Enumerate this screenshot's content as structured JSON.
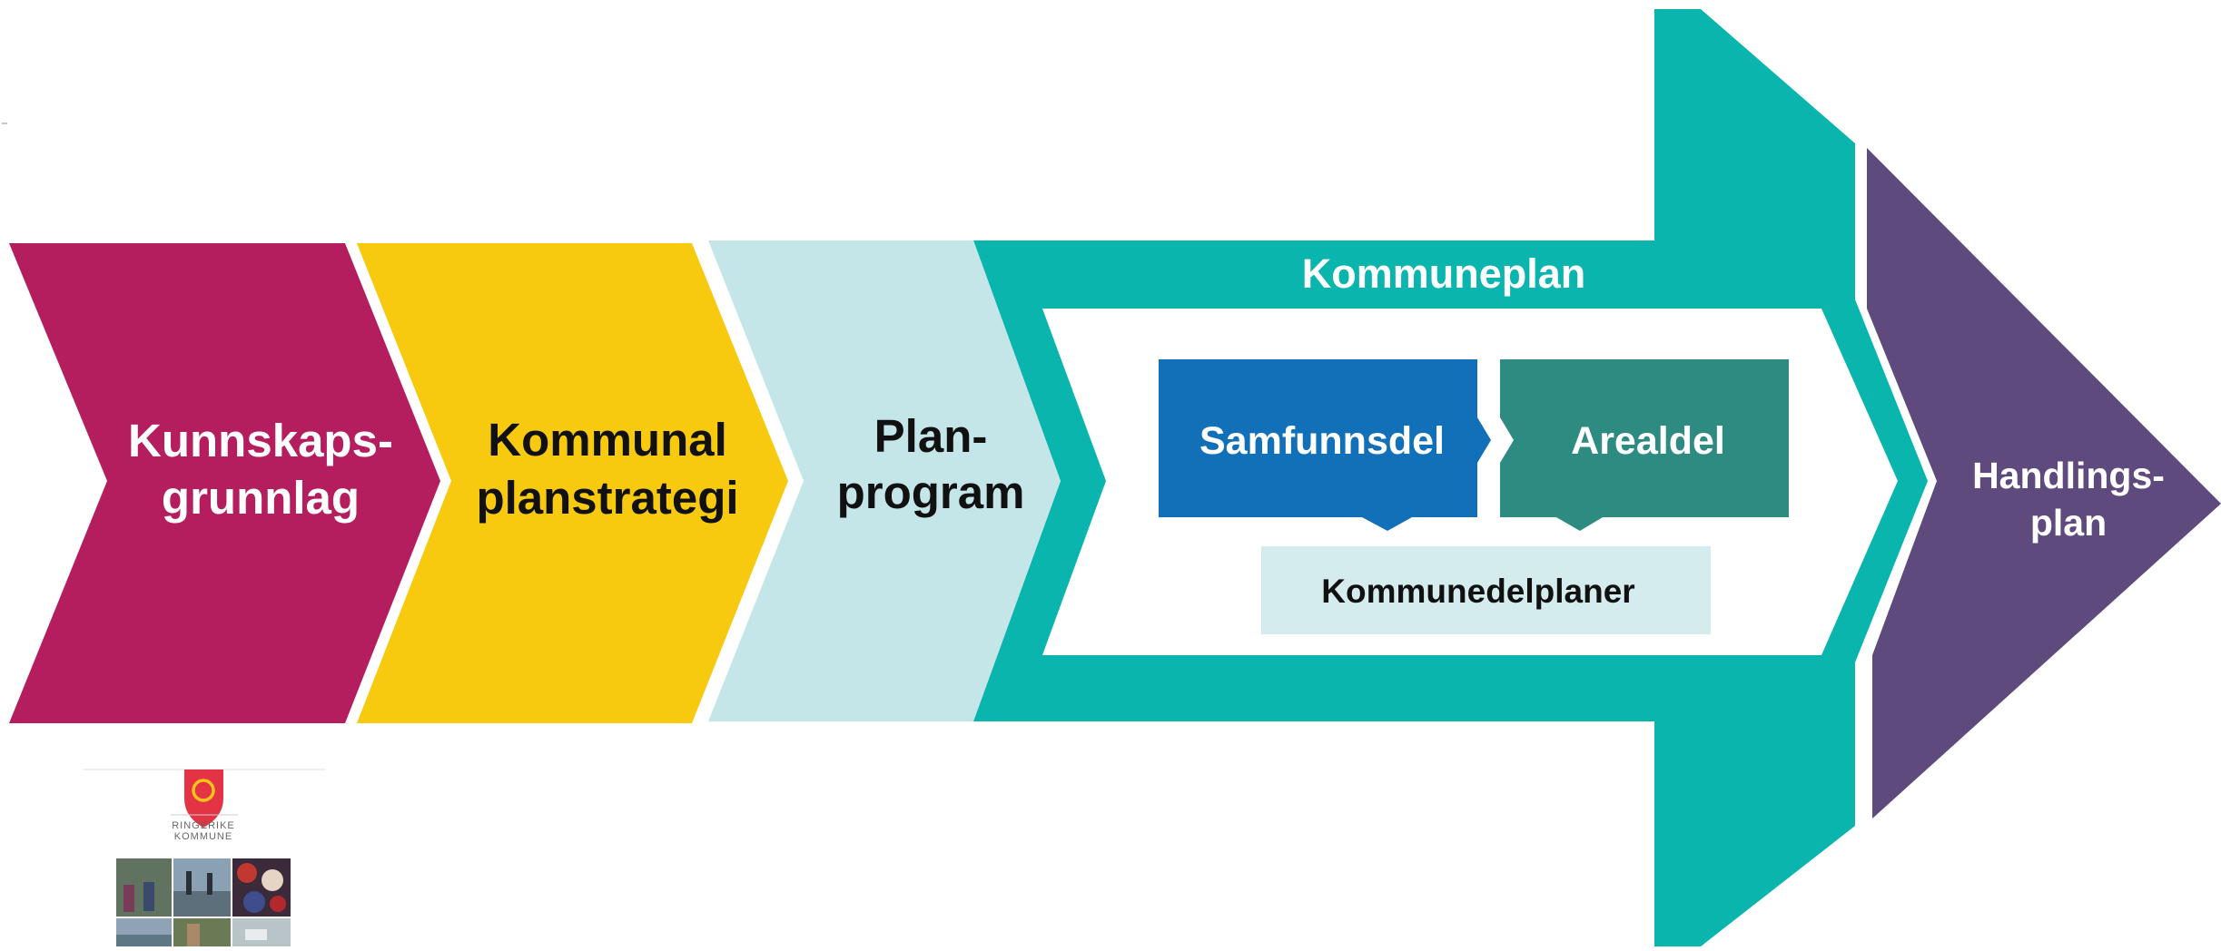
{
  "colors": {
    "kunnskap": "#B41E5E",
    "kommunal": "#F7C90F",
    "planprogram": "#C4E6E8",
    "kommuneplan_frame": "#09B5AC",
    "samfunnsdel": "#1270B8",
    "arealdel": "#2E8B82",
    "kommunedelplaner": "#D4ECEE",
    "handlingsplan": "#5E4A7D",
    "logo_shield": "#E43344",
    "logo_ring": "#F6C21A"
  },
  "steps": {
    "kunnskapsgrunnlag": {
      "line1": "Kunnskaps-",
      "line2": "grunnlag"
    },
    "kommunal_planstrategi": {
      "line1": "Kommunal",
      "line2": "planstrategi"
    },
    "planprogram": {
      "line1": "Plan-",
      "line2": "program"
    },
    "handlingsplan": {
      "line1": "Handlings-",
      "line2": "plan"
    }
  },
  "kommuneplan": {
    "title": "Kommuneplan",
    "samfunnsdel": "Samfunnsdel",
    "arealdel": "Arealdel",
    "kommunedelplaner": "Kommunedelplaner"
  },
  "logo": {
    "name_line1": "RINGERIKE",
    "name_line2": "KOMMUNE",
    "icon": "coat-of-arms-shield-icon"
  }
}
